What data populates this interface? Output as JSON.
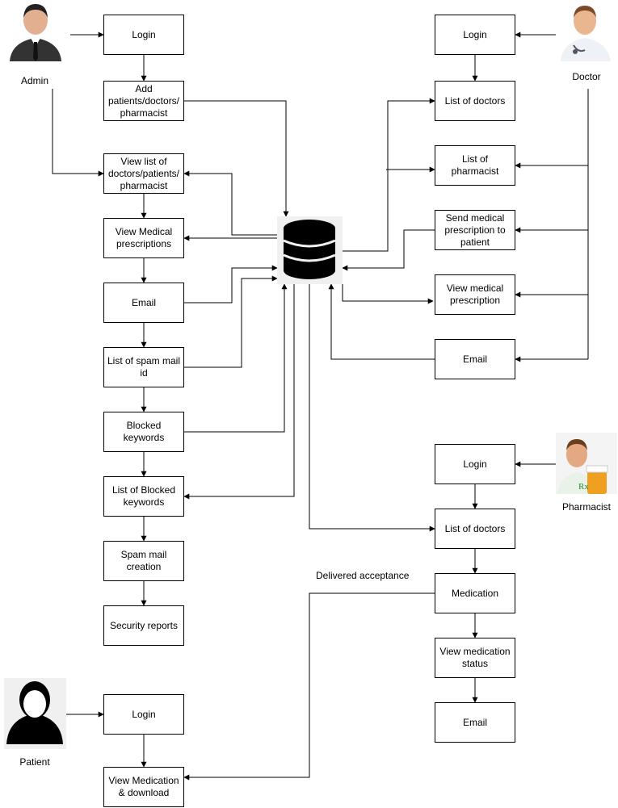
{
  "actors": {
    "admin": "Admin",
    "doctor": "Doctor",
    "pharmacist": "Pharmacist",
    "patient": "Patient"
  },
  "admin_boxes": [
    "Login",
    "Add\npatients/doctors/\npharmacist",
    "View list of\ndoctors/patients/\npharmacist",
    "View Medical\nprescriptions",
    "Email",
    "List of spam mail\nid",
    "Blocked keywords",
    "List of Blocked\nkeywords",
    "Spam mail\ncreation",
    "Security reports"
  ],
  "doctor_boxes": [
    "Login",
    "List of doctors",
    "List of pharmacist",
    "Send medical\nprescription to\npatient",
    "View medical\nprescription",
    "Email"
  ],
  "pharmacist_boxes": [
    "Login",
    "List of doctors",
    "Medication",
    "View medication\nstatus",
    "Email"
  ],
  "patient_boxes": [
    "Login",
    "View Medication\n& download"
  ],
  "edge_labels": {
    "delivered": "Delivered acceptance"
  }
}
